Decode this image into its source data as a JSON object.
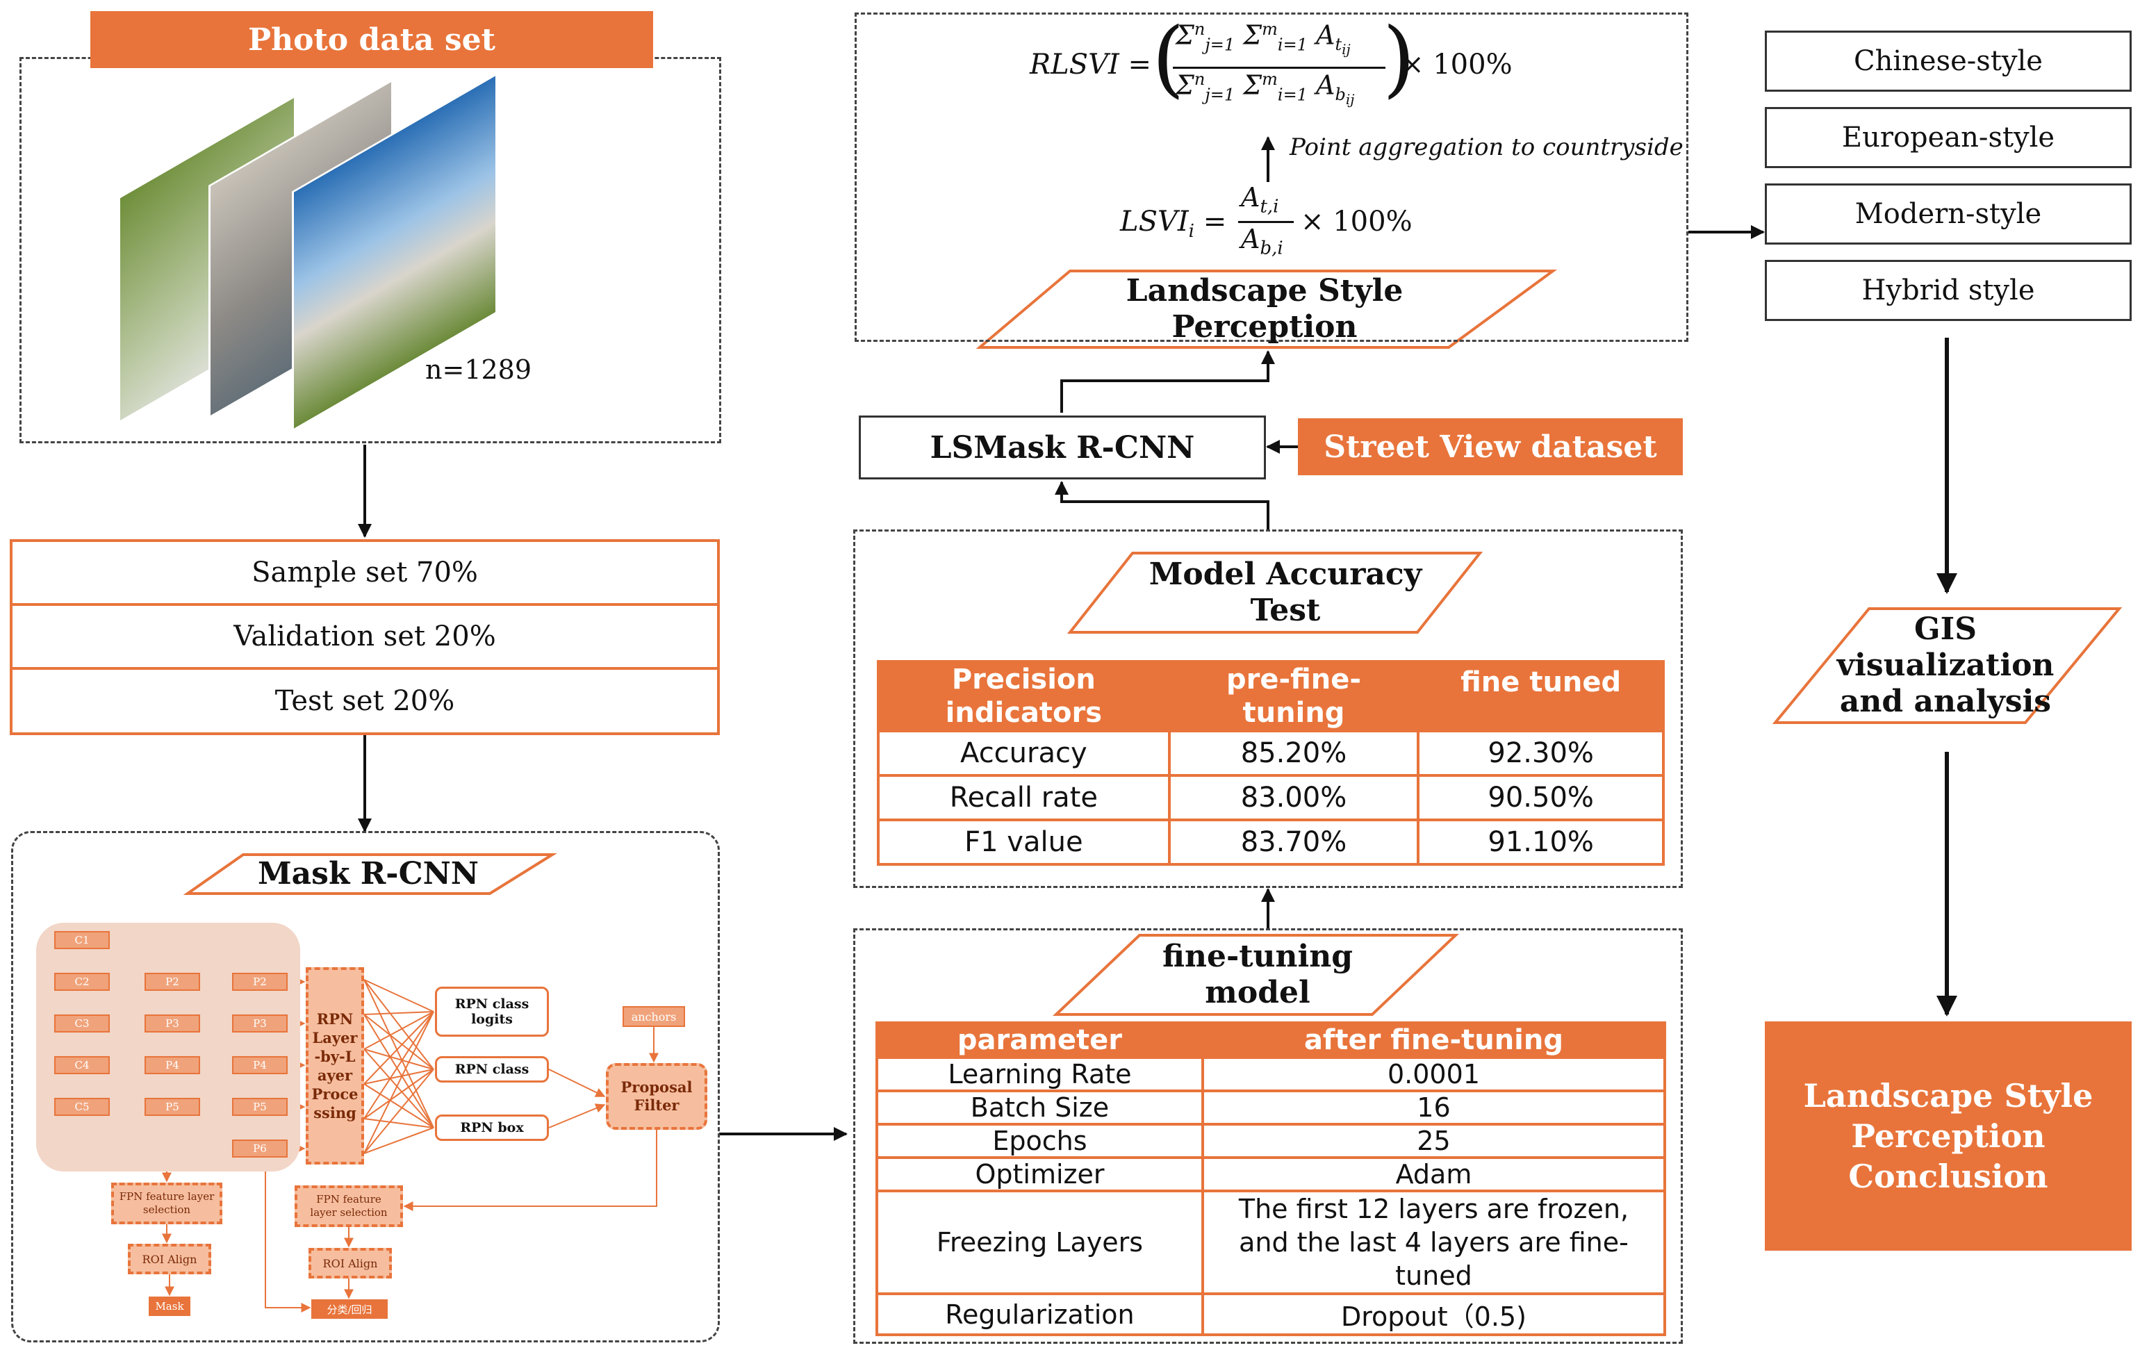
{
  "photo_dataset": {
    "title": "Photo data set",
    "count": "n=1289"
  },
  "splits": [
    "Sample set 70%",
    "Validation set 20%",
    "Test set 20%"
  ],
  "mask_rcnn": {
    "title": "Mask R-CNN",
    "backbone": [
      "C1",
      "C2",
      "C3",
      "C4",
      "C5"
    ],
    "pyramid_mid": [
      "P2",
      "P3",
      "P4",
      "P5"
    ],
    "pyramid_out": [
      "P2",
      "P3",
      "P4",
      "P5",
      "P6"
    ],
    "rpn_layer": "RPN Layer-by-Layer Processing",
    "rpn_outputs": [
      "RPN class logits",
      "RPN class",
      "RPN box"
    ],
    "anchors": "anchors",
    "proposal_filter": "Proposal Filter",
    "fpn_select_1": "FPN feature layer selection",
    "fpn_select_2": "FPN feature layer selection",
    "roi_align_1": "ROI Align",
    "roi_align_2": "ROI Align",
    "mask": "Mask",
    "cls_reg": "分类/回归"
  },
  "fine_tuning": {
    "title": "fine-tuning model",
    "headers": [
      "parameter",
      "after fine-tuning"
    ],
    "rows": [
      [
        "Learning Rate",
        "0.0001"
      ],
      [
        "Batch Size",
        "16"
      ],
      [
        "Epochs",
        "25"
      ],
      [
        "Optimizer",
        "Adam"
      ],
      [
        "Freezing Layers",
        "The first 12 layers are frozen, and the last 4 layers are fine-tuned"
      ],
      [
        "Regularization",
        "Dropout（0.5)"
      ]
    ]
  },
  "accuracy_test": {
    "title": "Model Accuracy Test",
    "headers": [
      "Precision indicators",
      "pre-fine-tuning",
      "fine tuned"
    ],
    "rows": [
      [
        "Accuracy",
        "85.20%",
        "92.30%"
      ],
      [
        "Recall rate",
        "83.00%",
        "90.50%"
      ],
      [
        "F1 value",
        "83.70%",
        "91.10%"
      ]
    ]
  },
  "lsmask": "LSMask R-CNN",
  "street_view": "Street View dataset",
  "perception": {
    "title": "Landscape Style Perception",
    "aggregation": "Point aggregation to countryside",
    "rlsvi_lhs": "RLSVI =",
    "lsvi_lhs": "LSVI",
    "lsvi_sub": "i",
    "lsvi_num": "A",
    "lsvi_num_sub": "t,i",
    "lsvi_den": "A",
    "lsvi_den_sub": "b,i",
    "times100": "× 100%"
  },
  "styles": [
    "Chinese-style",
    "European-style",
    "Modern-style",
    "Hybrid style"
  ],
  "gis": "GIS visualization and analysis",
  "conclusion": "Landscape Style Perception Conclusion",
  "colors": {
    "accent": "#E8743B",
    "accent_light": "#F0A37B",
    "arch_bg": "#F2D6C7"
  }
}
